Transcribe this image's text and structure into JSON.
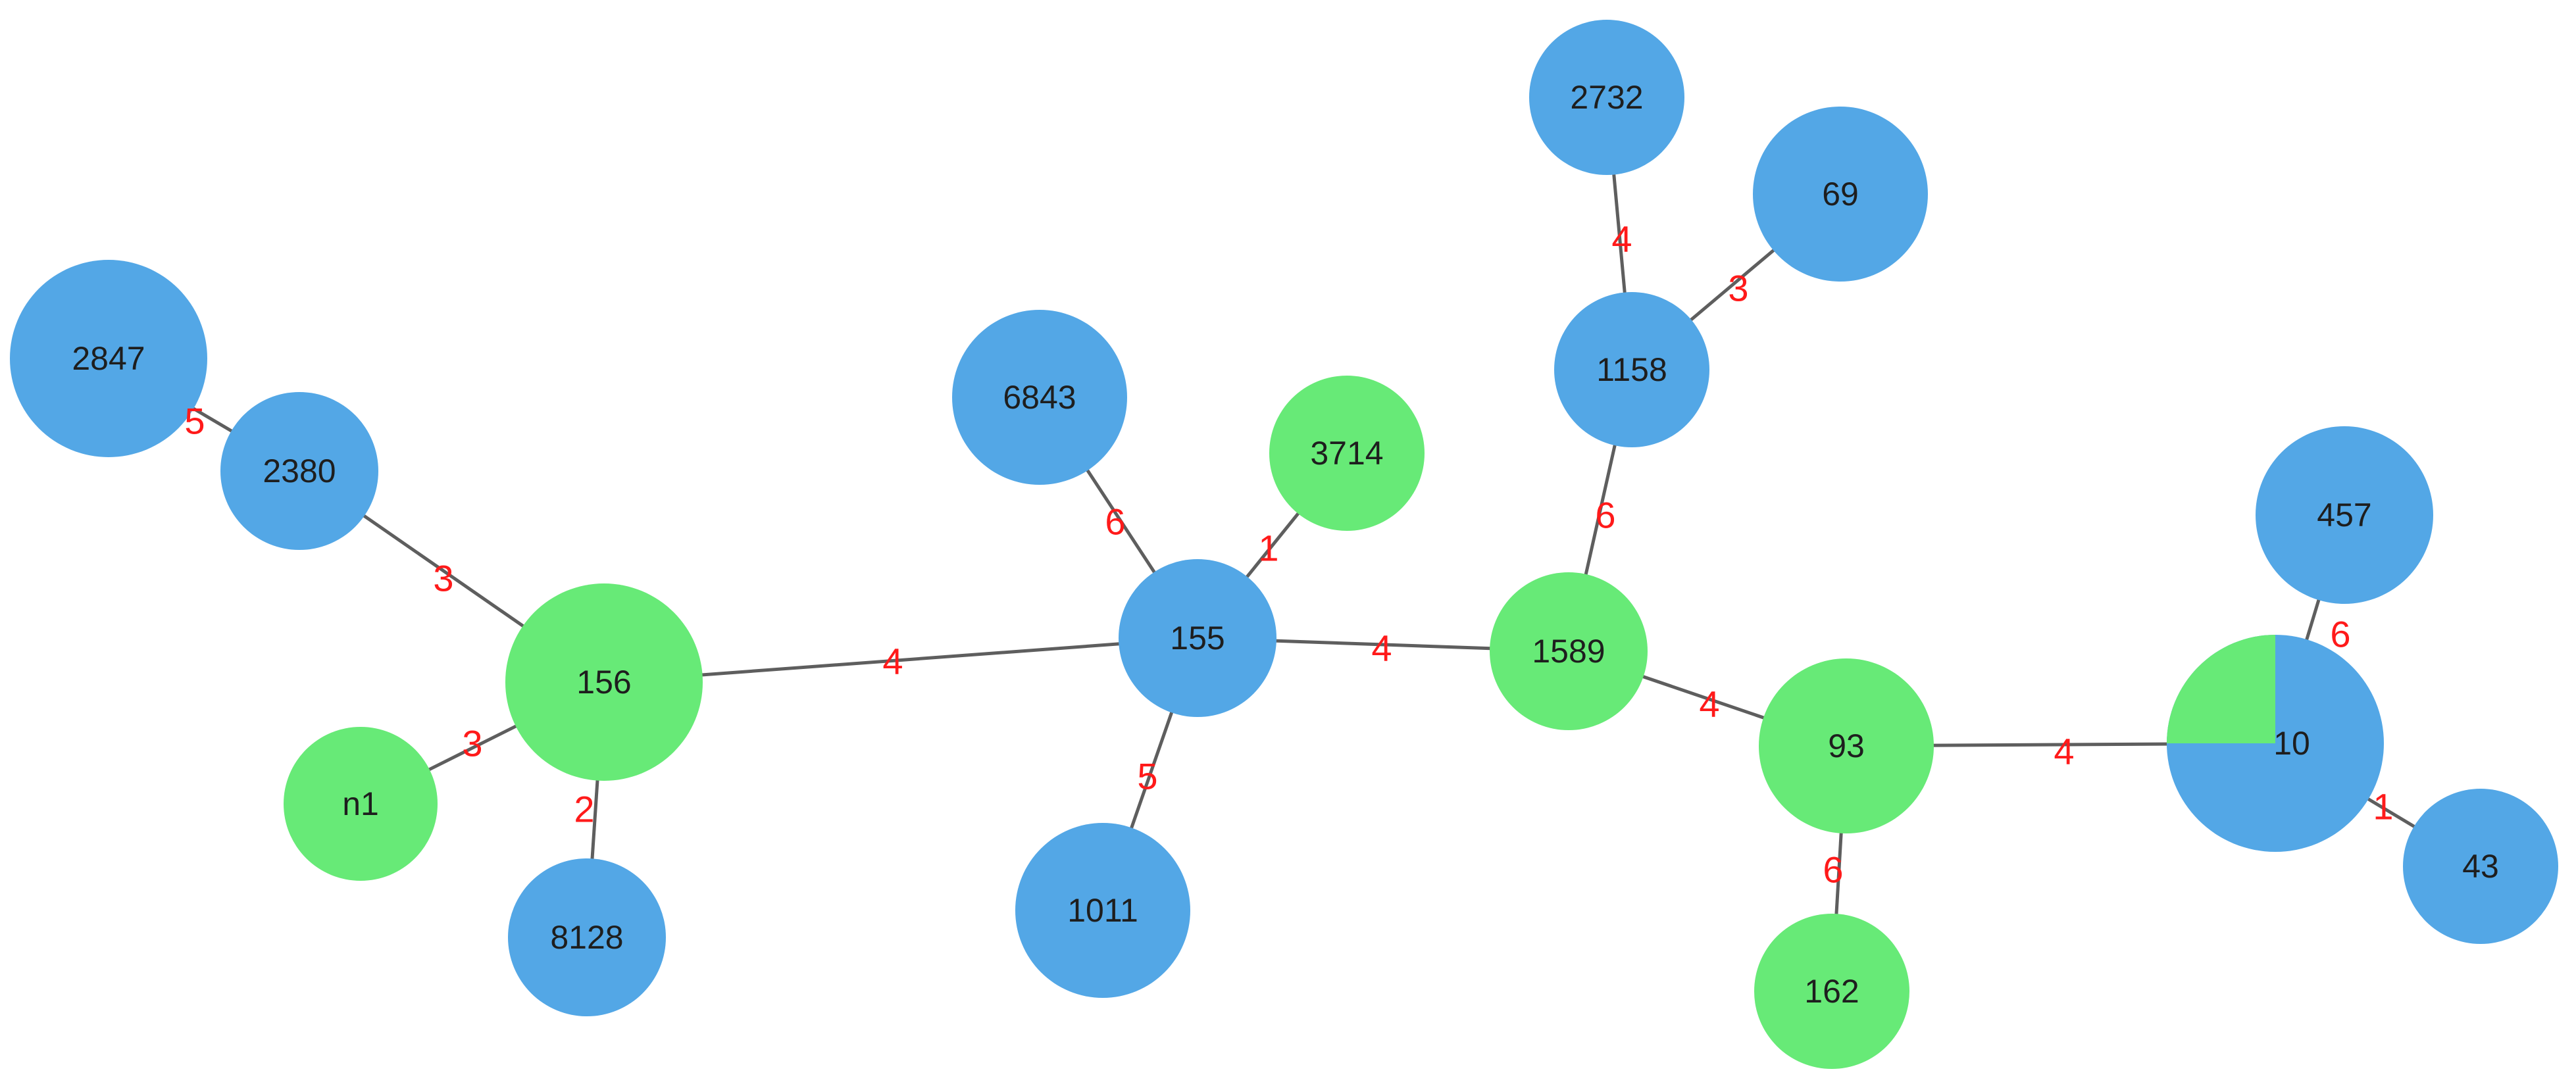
{
  "colors": {
    "blue": "#53a7e6",
    "green": "#67ea77",
    "edge": "#5e5e5e",
    "edge_label": "#ff1a1a"
  },
  "nodes": [
    {
      "id": "2847",
      "label": "2847",
      "color": "blue"
    },
    {
      "id": "2380",
      "label": "2380",
      "color": "blue"
    },
    {
      "id": "156",
      "label": "156",
      "color": "green"
    },
    {
      "id": "n1",
      "label": "n1",
      "color": "green"
    },
    {
      "id": "8128",
      "label": "8128",
      "color": "blue"
    },
    {
      "id": "6843",
      "label": "6843",
      "color": "blue"
    },
    {
      "id": "3714",
      "label": "3714",
      "color": "green"
    },
    {
      "id": "155",
      "label": "155",
      "color": "blue"
    },
    {
      "id": "1011",
      "label": "1011",
      "color": "blue"
    },
    {
      "id": "2732",
      "label": "2732",
      "color": "blue"
    },
    {
      "id": "69",
      "label": "69",
      "color": "blue"
    },
    {
      "id": "1158",
      "label": "1158",
      "color": "blue"
    },
    {
      "id": "1589",
      "label": "1589",
      "color": "green"
    },
    {
      "id": "93",
      "label": "93",
      "color": "green"
    },
    {
      "id": "162",
      "label": "162",
      "color": "green"
    },
    {
      "id": "457",
      "label": "457",
      "color": "blue"
    },
    {
      "id": "10",
      "label": "10",
      "color": "blue",
      "green_fraction": 0.25
    },
    {
      "id": "43",
      "label": "43",
      "color": "blue"
    }
  ],
  "edges": [
    {
      "from": "2847",
      "to": "2380",
      "label": "5"
    },
    {
      "from": "2380",
      "to": "156",
      "label": "3"
    },
    {
      "from": "n1",
      "to": "156",
      "label": "3"
    },
    {
      "from": "156",
      "to": "8128",
      "label": "2"
    },
    {
      "from": "156",
      "to": "155",
      "label": "4"
    },
    {
      "from": "6843",
      "to": "155",
      "label": "6"
    },
    {
      "from": "3714",
      "to": "155",
      "label": "1"
    },
    {
      "from": "155",
      "to": "1011",
      "label": "5"
    },
    {
      "from": "155",
      "to": "1589",
      "label": "4"
    },
    {
      "from": "2732",
      "to": "1158",
      "label": "4"
    },
    {
      "from": "69",
      "to": "1158",
      "label": "3"
    },
    {
      "from": "1158",
      "to": "1589",
      "label": "6"
    },
    {
      "from": "1589",
      "to": "93",
      "label": "4"
    },
    {
      "from": "93",
      "to": "162",
      "label": "6"
    },
    {
      "from": "93",
      "to": "10",
      "label": "4"
    },
    {
      "from": "457",
      "to": "10",
      "label": "6"
    },
    {
      "from": "10",
      "to": "43",
      "label": "1"
    }
  ]
}
